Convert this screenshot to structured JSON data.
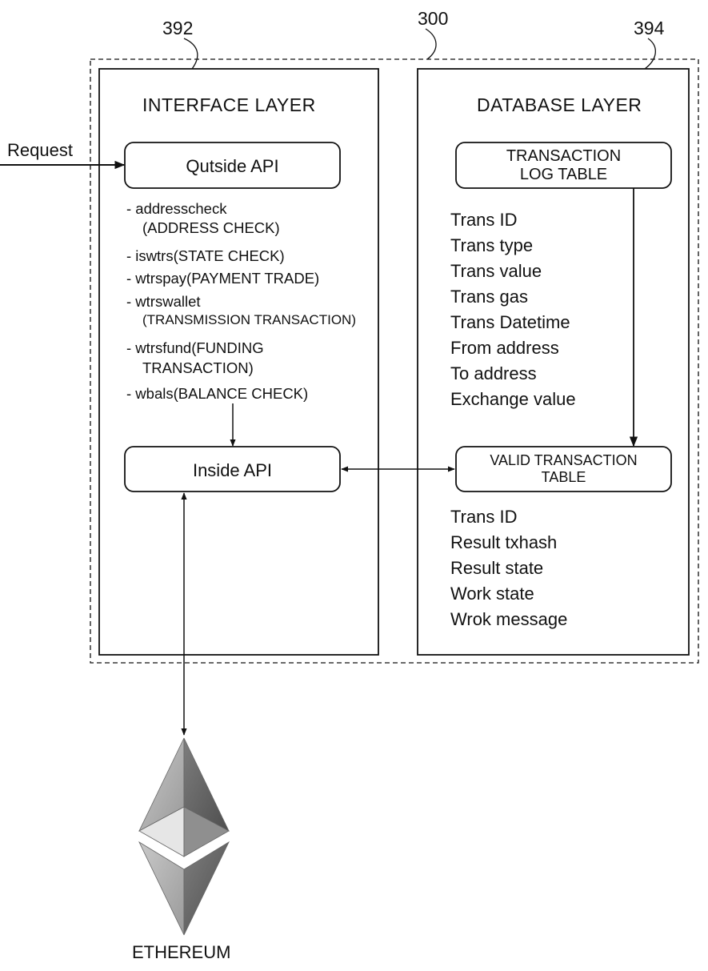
{
  "refs": {
    "system": "300",
    "interface": "392",
    "database": "394"
  },
  "interface_layer": {
    "title": "INTERFACE LAYER",
    "outside_api": "Qutside API",
    "inside_api": "Inside API",
    "request_label": "Request",
    "api_items": [
      "- addresscheck",
      "(ADDRESS CHECK)",
      "- iswtrs(STATE CHECK)",
      "- wtrspay(PAYMENT TRADE)",
      "- wtrswallet",
      "(TRANSMISSION TRANSACTION)",
      "- wtrsfund(FUNDING",
      "TRANSACTION)",
      "- wbals(BALANCE CHECK)"
    ]
  },
  "database_layer": {
    "title": "DATABASE LAYER",
    "log_table": {
      "line1": "TRANSACTION",
      "line2": "LOG TABLE"
    },
    "log_fields": [
      "Trans ID",
      "Trans type",
      "Trans value",
      "Trans gas",
      "Trans Datetime",
      "From address",
      "To address",
      "Exchange value"
    ],
    "valid_table": {
      "line1": "VALID TRANSACTION",
      "line2": "TABLE"
    },
    "valid_fields": [
      "Trans ID",
      "Result txhash",
      "Result state",
      "Work state",
      "Wrok message"
    ]
  },
  "ethereum": {
    "label": "ETHEREUM",
    "icon": "ethereum-logo-icon"
  },
  "colors": {
    "line": "#111111",
    "logo_dark": "#5a5a5a",
    "logo_light": "#d8d8d8"
  }
}
